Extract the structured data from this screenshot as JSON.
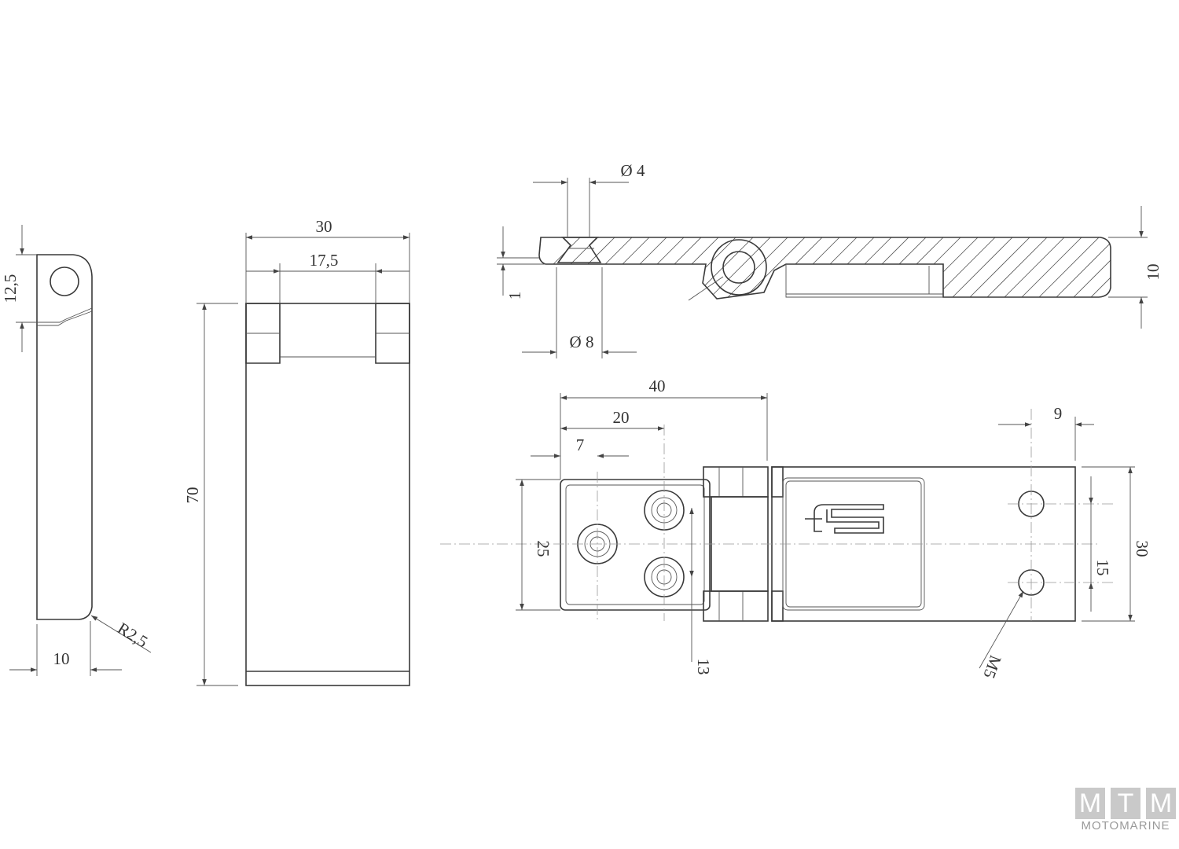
{
  "dimensions": {
    "side_height": "12,5",
    "side_width": "10",
    "side_radius": "R2,5",
    "front_width": "30",
    "front_inner": "17,5",
    "front_length": "70",
    "section_hole_small": "Ø 4",
    "section_hole_large": "Ø 8",
    "section_step": "1",
    "section_thickness": "10",
    "plan_40": "40",
    "plan_20": "20",
    "plan_7": "7",
    "plan_9": "9",
    "plan_25": "25",
    "plan_30": "30",
    "plan_15": "15",
    "plan_13": "13",
    "plan_thread": "M5"
  },
  "watermark": {
    "letters": [
      "M",
      "T",
      "M"
    ],
    "name": "MOTOMARINE"
  }
}
